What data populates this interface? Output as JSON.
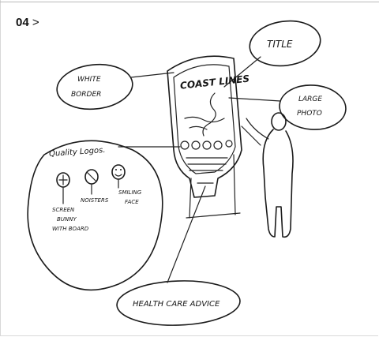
{
  "page": {
    "number": "04",
    "arrow": ">"
  },
  "labels": {
    "title": "TITLE",
    "white_border_line1": "WHITE",
    "white_border_line2": "BORDER",
    "large_photo_line1": "LARGE",
    "large_photo_line2": "PHOTO",
    "sign_title": "COAST LINES",
    "quality_logos": "Quality Logos.",
    "logo1_line1": "SCREEN",
    "logo1_line2": "BUNNY",
    "logo1_line3": "WITH BOARD",
    "logo2": "NOISTERS",
    "logo3_line1": "SMILING",
    "logo3_line2": "FACE",
    "health_care_advice": "HEALTH CARE ADVICE"
  },
  "icons": {
    "arrow": "chevron-right-icon",
    "logo1": "surfer-logo-icon",
    "logo2": "no-entry-logo-icon",
    "logo3": "smiling-face-icon"
  },
  "colors": {
    "ink": "#1a1a1a",
    "frame": "#d8d8d8",
    "background": "#ffffff"
  }
}
